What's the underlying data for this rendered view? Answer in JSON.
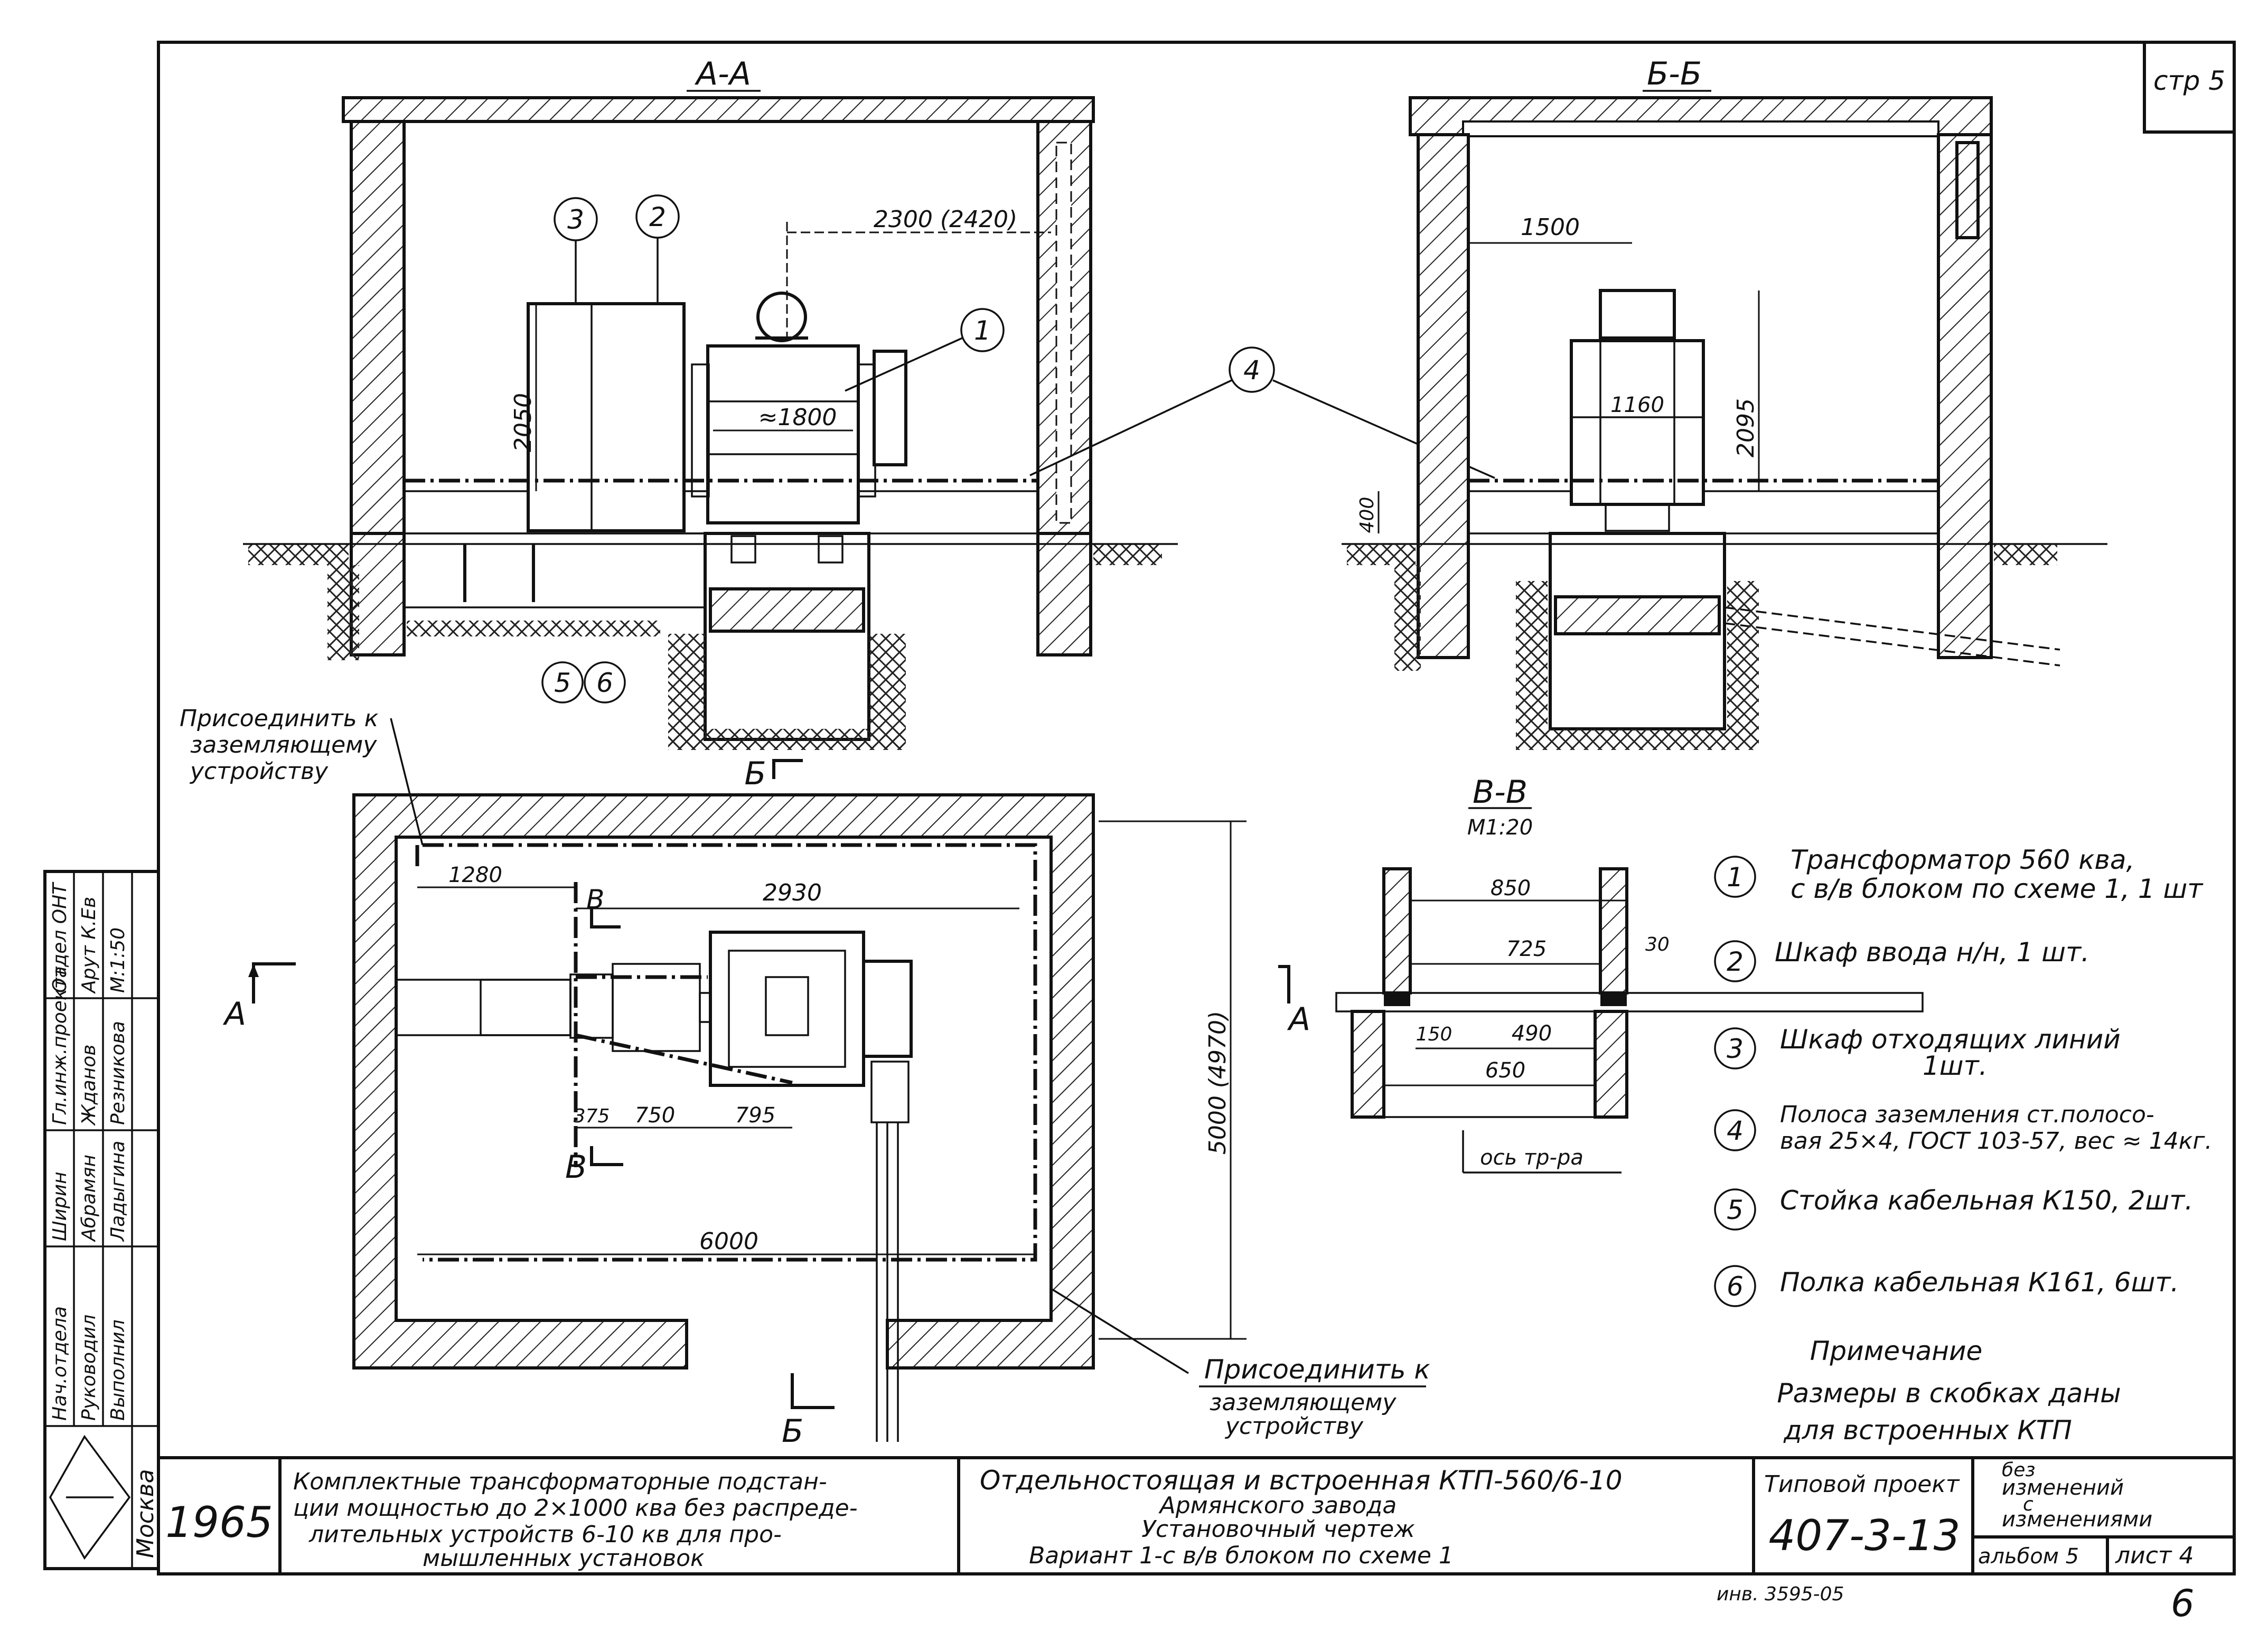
{
  "page": {
    "number": "стр 5",
    "corner_number": "6"
  },
  "sections": {
    "aa": {
      "title": "А-А",
      "dim_width": "2300 (2420)",
      "dim_height": "2050",
      "dim_transformer": "≈1800",
      "callout_cut": "Б"
    },
    "bb": {
      "title": "Б-Б",
      "dim_offset": "1500",
      "dim_transformer": "1160",
      "dim_height": "2095",
      "dim_floor": "400"
    },
    "vv": {
      "title": "В-В",
      "scale": "М1:20",
      "dim_outer": "850",
      "dim_inner": "725",
      "dim_side": "30",
      "dim_offset": "150",
      "dim_channel": "490",
      "dim_total": "650",
      "axis_label": "ось тр-ра"
    },
    "plan": {
      "dim_left": "1280",
      "dim_center": "2930",
      "dim_a": "375",
      "dim_b": "750",
      "dim_c": "795",
      "dim_total_width": "6000",
      "dim_total_depth": "5000 (4970)",
      "cut_a": "А",
      "cut_b": "Б",
      "cut_v": "В"
    }
  },
  "callouts": [
    "1",
    "2",
    "3",
    "4",
    "5",
    "6"
  ],
  "notes": {
    "ground_top": [
      "Присоединить к",
      "заземляющему",
      "устройству"
    ],
    "ground_bottom": [
      "Присоединить к",
      "заземляющему",
      "устройству"
    ]
  },
  "legend": [
    {
      "num": "1",
      "lines": [
        "Трансформатор 560 ква,",
        "с в/в блоком по схеме 1, 1 шт"
      ]
    },
    {
      "num": "2",
      "lines": [
        "Шкаф ввода н/н, 1 шт."
      ]
    },
    {
      "num": "3",
      "lines": [
        "Шкаф отходящих линий",
        "1шт."
      ]
    },
    {
      "num": "4",
      "lines": [
        "Полоса заземления ст.полосо-",
        "вая 25×4, ГОСТ 103-57, вес ≈ 14кг."
      ]
    },
    {
      "num": "5",
      "lines": [
        "Стойка кабельная К150, 2шт."
      ]
    },
    {
      "num": "6",
      "lines": [
        "Полка кабельная К161, 6шт."
      ]
    }
  ],
  "remark": {
    "title": "Примечание",
    "lines": [
      "Размеры в скобках даны",
      "для встроенных КТП"
    ]
  },
  "title_block": {
    "year": "1965",
    "city": "Москва",
    "description": [
      "Комплектные трансформаторные подстан-",
      "ции мощностью до 2×1000 ква без распреде-",
      "лительных устройств 6-10 кв для про-",
      "мышленных установок"
    ],
    "drawing_title": [
      "Отдельностоящая и встроенная КТП-560/6-10",
      "Армянского завода",
      "Установочный чертеж",
      "Вариант 1-с в/в блоком по схеме 1"
    ],
    "project_label": "Типовой проект",
    "project_number": "407-3-13",
    "revision": [
      "без",
      "изменений",
      "с",
      "изменениями"
    ],
    "album": "альбом 5",
    "sheet": "лист 4",
    "inventory": "инв. 3595-05"
  },
  "stamp": {
    "col1": [
      "Нач.отдела",
      "Руководил",
      "Выполнил"
    ],
    "col2": [
      "Ширин",
      "Абрамян",
      "Ладыгина"
    ],
    "col3": [
      "Гл.инж.проекта",
      "Жданов",
      "Резникова"
    ],
    "col4": [
      "Отдел ОНТ",
      "Арут К.Ев",
      "М:1:50"
    ]
  }
}
